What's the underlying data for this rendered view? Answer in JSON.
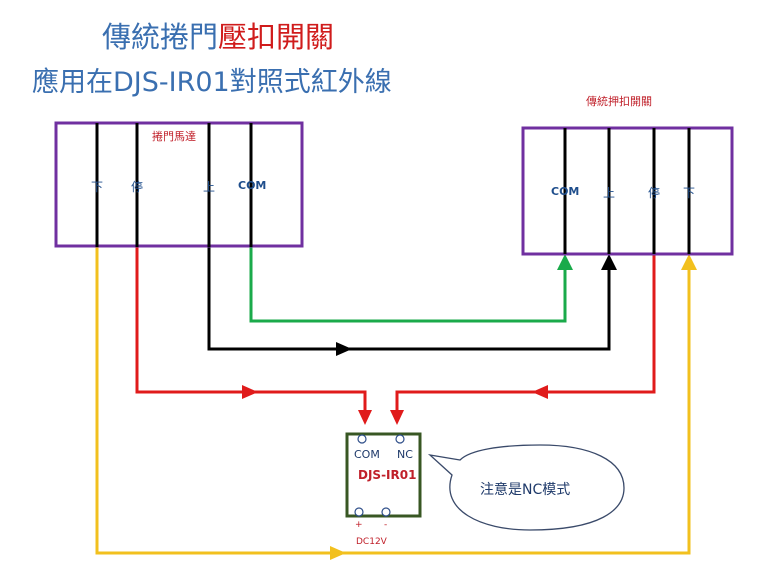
{
  "title": {
    "line1_part1": "傳統捲門",
    "line1_part2": "壓扣開關",
    "line2": "應用在DJS-IR01對照式紅外線"
  },
  "motor_box": {
    "title": "捲門馬達",
    "terminals": [
      "下",
      "停",
      "上",
      "COM"
    ]
  },
  "switch_box": {
    "title": "傳統押扣開關",
    "terminals": [
      "COM",
      "上",
      "停",
      "下"
    ]
  },
  "device": {
    "name": "DJS-IR01",
    "com_label": "COM",
    "nc_label": "NC",
    "plus_label": "+",
    "minus_label": "-",
    "power_label": "DC12V"
  },
  "callout": {
    "text": "注意是NC模式"
  },
  "colors": {
    "title_blue": "#3a6fb0",
    "title_red": "#d01c1c",
    "box_purple": "#7030a0",
    "device_border": "#385723",
    "wire_yellow": "#f2c01e",
    "wire_red": "#e01b1b",
    "wire_green": "#1aaa4a",
    "wire_black": "#000000"
  }
}
